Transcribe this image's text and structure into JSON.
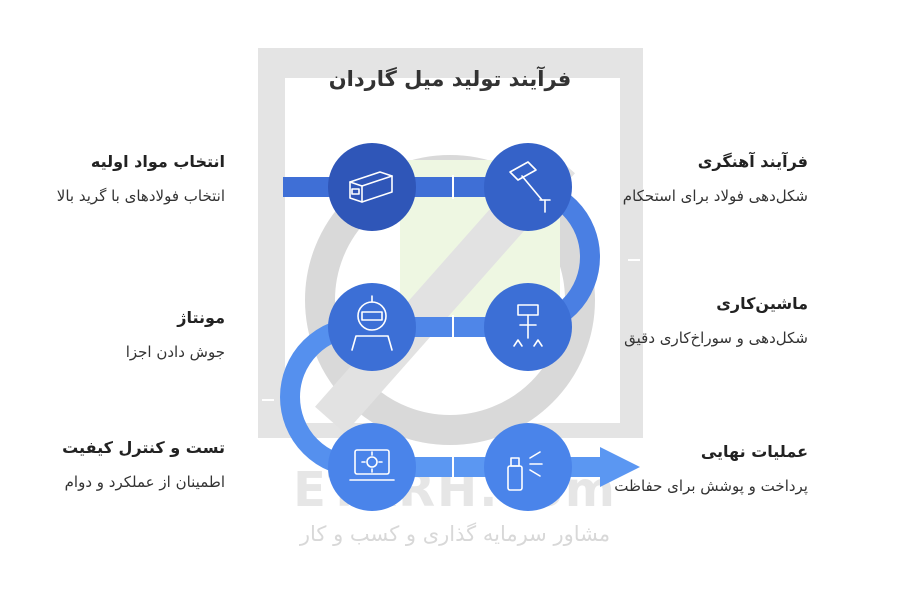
{
  "title": "فرآیند تولید میل گاردان",
  "watermark": {
    "brand": "ETARH.com",
    "tagline": "مشاور سرمایه گذاری و کسب و کار"
  },
  "steps": [
    {
      "id": "forging",
      "title": "فرآیند آهنگری",
      "desc": "شکل‌دهی فولاد برای استحکام",
      "icon": "hammer-nail-icon"
    },
    {
      "id": "material",
      "title": "انتخاب مواد اولیه",
      "desc": "انتخاب فولادهای با گرید بالا",
      "icon": "steel-bar-icon"
    },
    {
      "id": "machining",
      "title": "ماشین‌کاری",
      "desc": "شکل‌دهی و سوراخ‌کاری دقیق",
      "icon": "drill-icon"
    },
    {
      "id": "assembly",
      "title": "مونتاژ",
      "desc": "جوش دادن اجزا",
      "icon": "welder-icon"
    },
    {
      "id": "finishing",
      "title": "عملیات نهایی",
      "desc": "پرداخت و پوشش برای حفاظت",
      "icon": "spray-can-icon"
    },
    {
      "id": "testing",
      "title": "تست و کنترل کیفیت",
      "desc": "اطمینان از عملکرد و دوام",
      "icon": "laptop-gear-icon"
    }
  ],
  "colors": {
    "row1": "#3f6fd6",
    "row2": "#4f86e8",
    "row3": "#5b97f2",
    "circle": "#2f56b8"
  }
}
